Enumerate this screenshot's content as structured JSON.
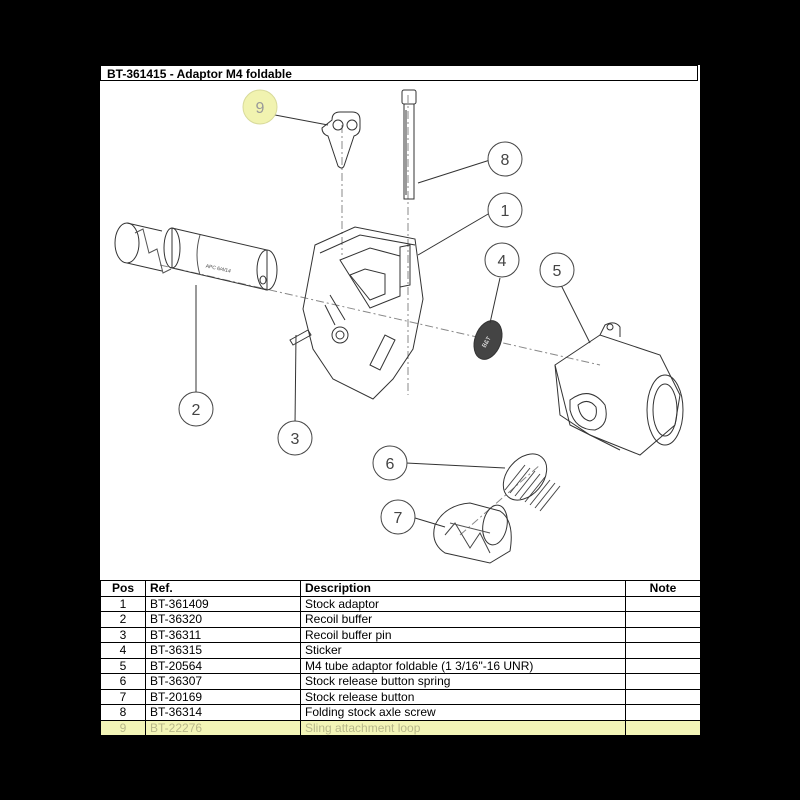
{
  "title": "BT-361415 - Adaptor M4 foldable",
  "callouts": [
    "9",
    "8",
    "1",
    "4",
    "5",
    "2",
    "3",
    "6",
    "7"
  ],
  "part_marking": "APC 6/4/14",
  "sticker_text": "B&T",
  "table": {
    "headers": [
      "Pos",
      "Ref.",
      "Description",
      "Note"
    ],
    "rows": [
      {
        "pos": "1",
        "ref": "BT-361409",
        "desc": "Stock adaptor",
        "note": ""
      },
      {
        "pos": "2",
        "ref": "BT-36320",
        "desc": "Recoil buffer",
        "note": ""
      },
      {
        "pos": "3",
        "ref": "BT-36311",
        "desc": "Recoil buffer pin",
        "note": ""
      },
      {
        "pos": "4",
        "ref": "BT-36315",
        "desc": "Sticker",
        "note": ""
      },
      {
        "pos": "5",
        "ref": "BT-20564",
        "desc": "M4 tube adaptor foldable (1 3/16\"-16 UNR)",
        "note": ""
      },
      {
        "pos": "6",
        "ref": "BT-36307",
        "desc": "Stock release button spring",
        "note": ""
      },
      {
        "pos": "7",
        "ref": "BT-20169",
        "desc": "Stock release button",
        "note": ""
      },
      {
        "pos": "8",
        "ref": "BT-36314",
        "desc": "Folding stock axle screw",
        "note": ""
      },
      {
        "pos": "9",
        "ref": "BT-22276",
        "desc": "Sling attachment loop",
        "note": ""
      }
    ]
  },
  "colors": {
    "highlight": "#f3f5b7",
    "highlight_text": "#b8b88a",
    "frame": "#000000"
  }
}
